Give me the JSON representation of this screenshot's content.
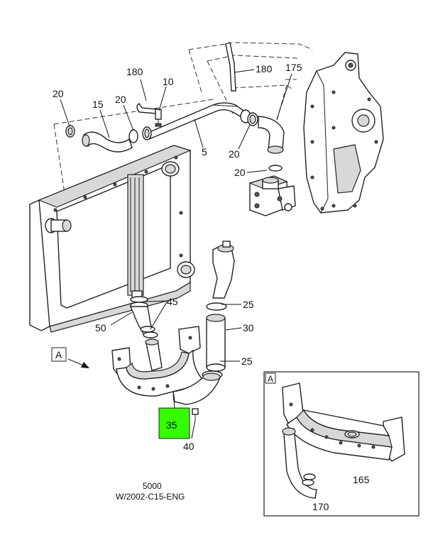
{
  "callouts": {
    "c180_left": "180",
    "c10": "10",
    "c180_right": "180",
    "c175": "175",
    "c20_a": "20",
    "c15": "15",
    "c20_b": "20",
    "c5": "5",
    "c20_c": "20",
    "c20_d": "20",
    "c45": "45",
    "c25_top": "25",
    "c50": "50",
    "c30": "30",
    "c25_bottom": "25",
    "c35": "35",
    "c40": "40",
    "c165": "165",
    "c170": "170"
  },
  "view_marker_main": "A",
  "view_marker_detail": "A",
  "footer": {
    "group": "5000",
    "ref": "W/2002-C15-ENG"
  },
  "colors": {
    "highlight": "#33ff00",
    "line": "#222222"
  }
}
